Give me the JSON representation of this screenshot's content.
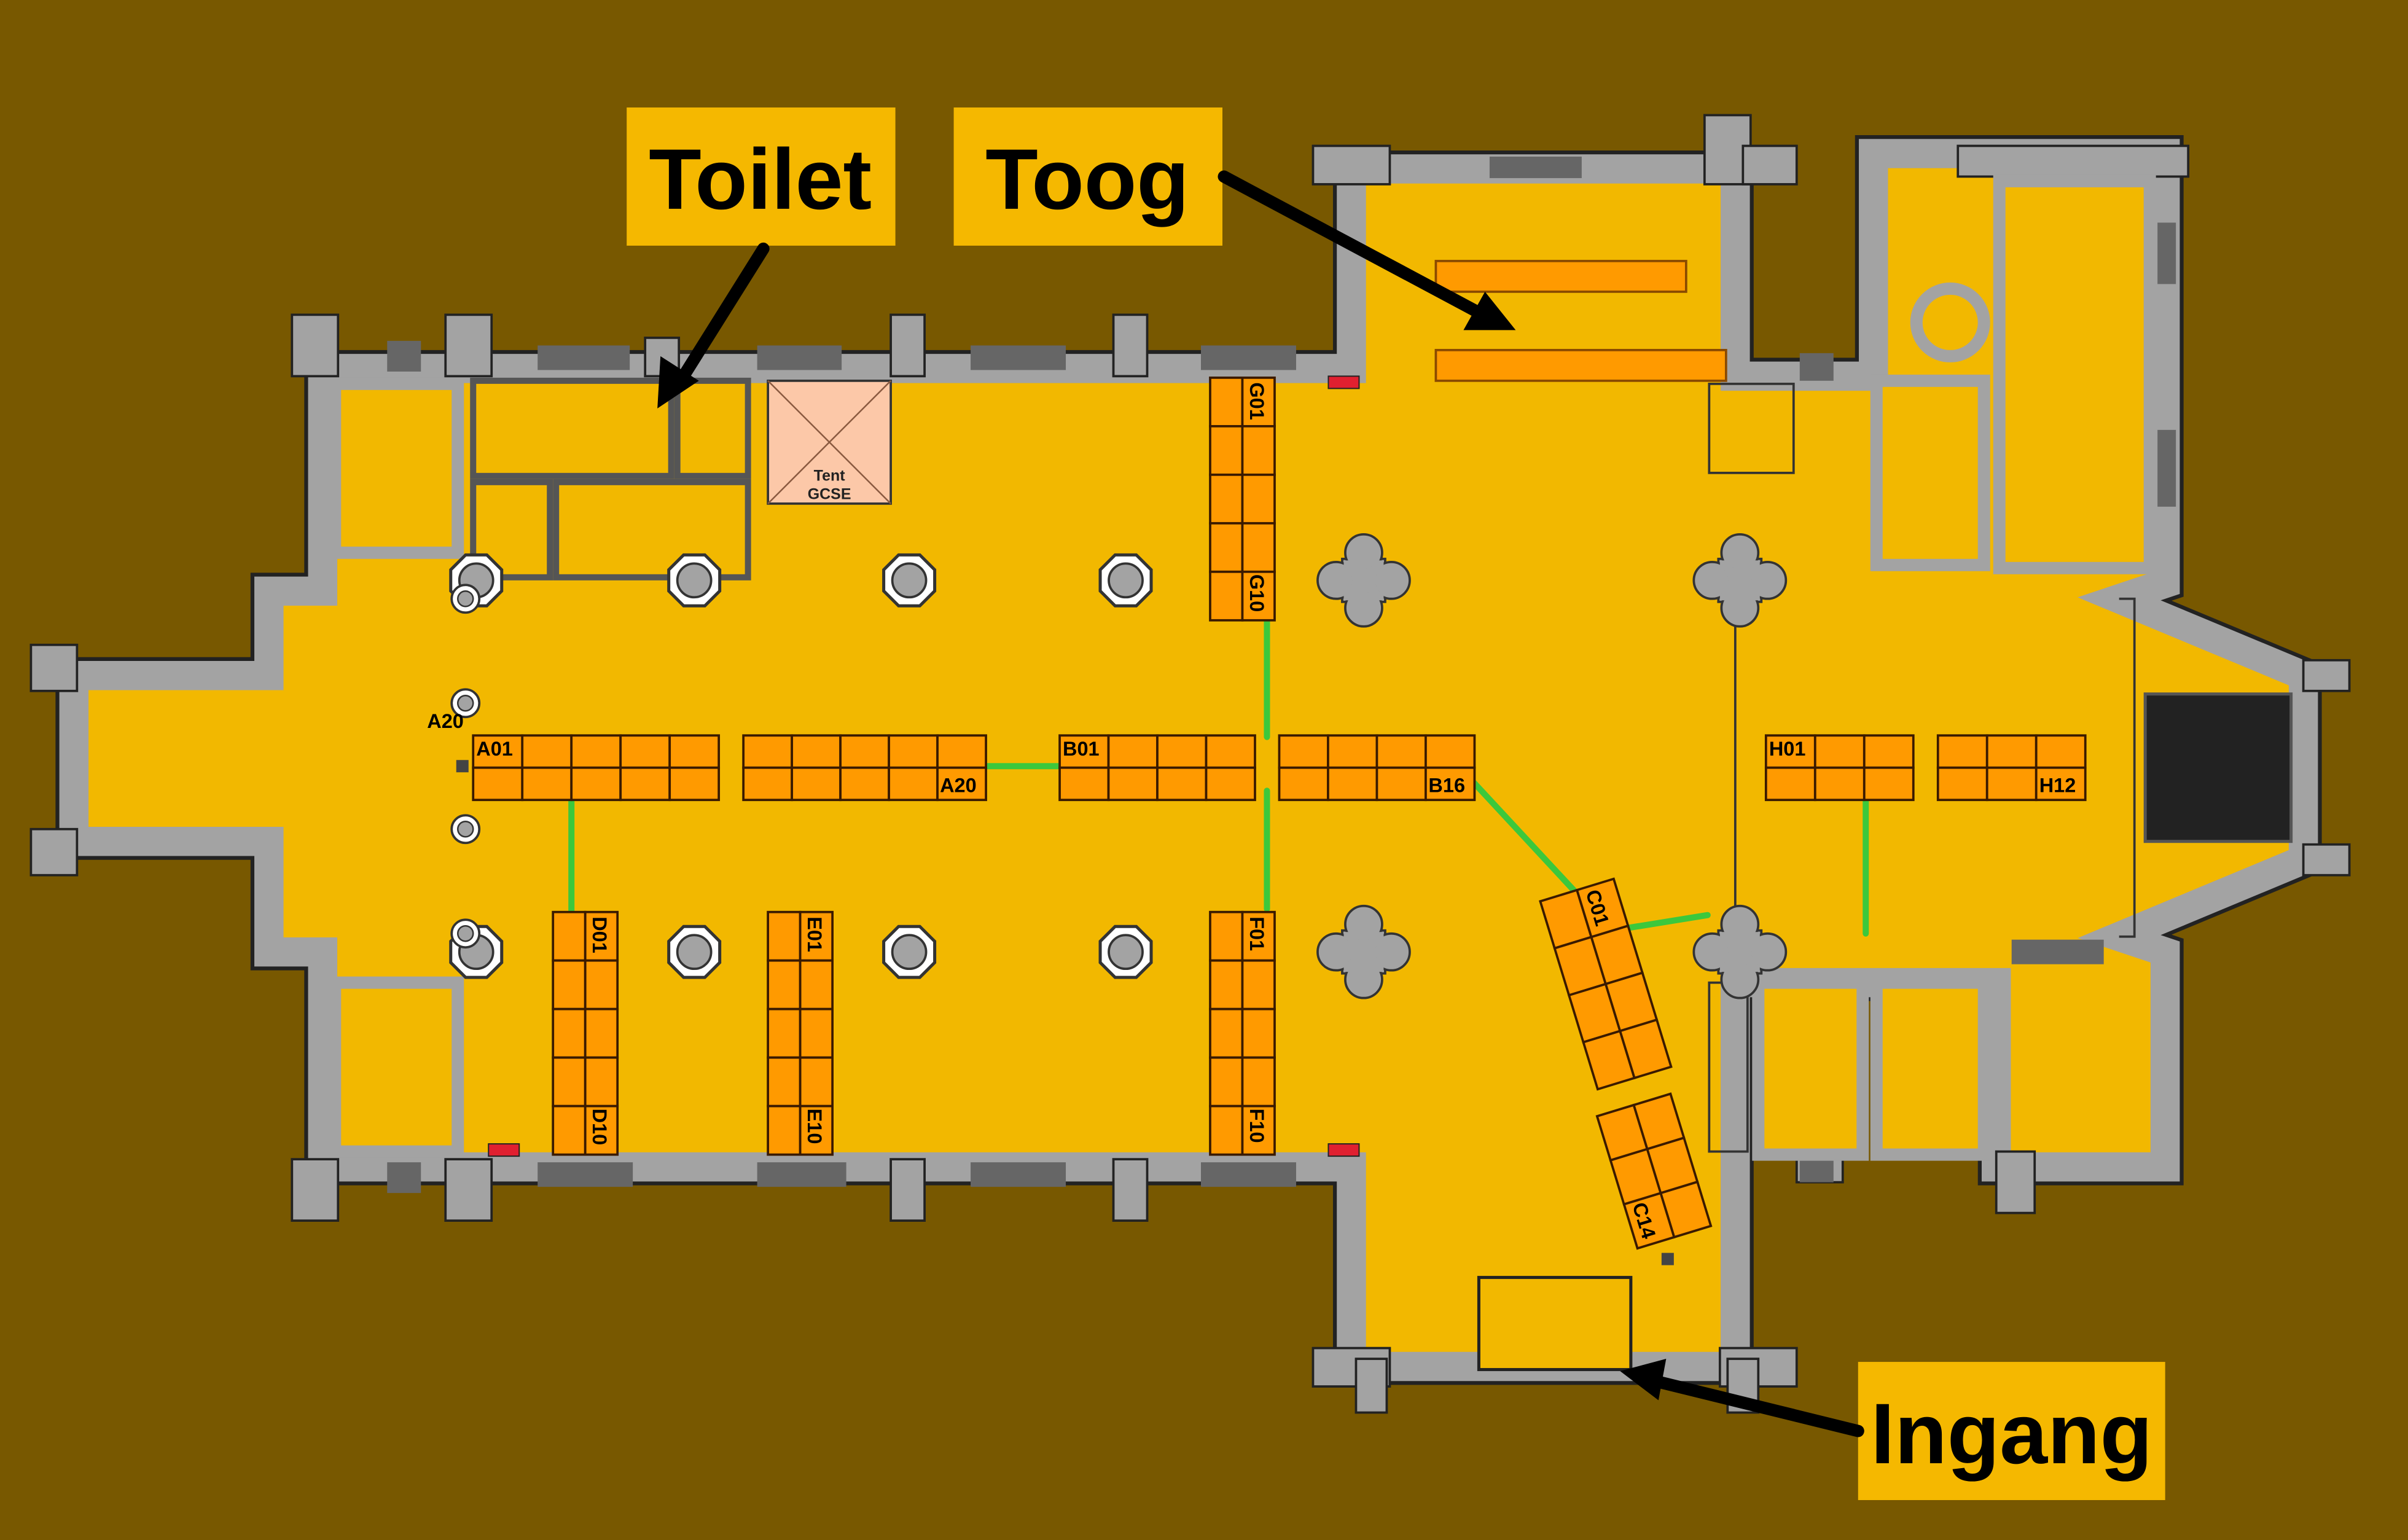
{
  "callouts": {
    "toilet": "Toilet",
    "toog": "Toog",
    "ingang": "Ingang"
  },
  "tent": {
    "line1": "Tent",
    "line2": "GCSE"
  },
  "stalls": {
    "A": {
      "start": "A01",
      "end": "A20"
    },
    "B": {
      "start": "B01",
      "end": "B16"
    },
    "C": {
      "start": "C01",
      "end": "C14"
    },
    "D": {
      "start": "D01",
      "end": "D10"
    },
    "E": {
      "start": "E01",
      "end": "E10"
    },
    "F": {
      "start": "F01",
      "end": "F10"
    },
    "G": {
      "start": "G01",
      "end": "G10"
    },
    "H": {
      "start": "H01",
      "end": "H12"
    }
  },
  "colors": {
    "background": "#785800",
    "floor": "#f2b800",
    "wall": "#a3a3a3",
    "stall": "#ff9a00",
    "tent": "#fcc8a8",
    "walkway": "#3cc83c",
    "callout": "#f5b800"
  }
}
